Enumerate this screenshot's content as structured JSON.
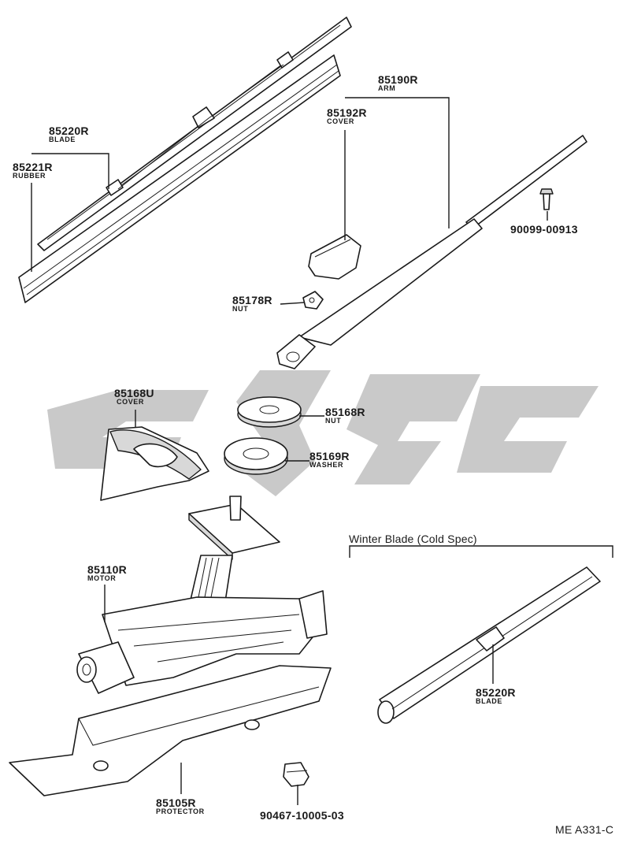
{
  "parts": [
    {
      "id": "blade",
      "number": "85220R",
      "name": "BLADE"
    },
    {
      "id": "rubber",
      "number": "85221R",
      "name": "RUBBER"
    },
    {
      "id": "arm",
      "number": "85190R",
      "name": "ARM"
    },
    {
      "id": "cover_arm",
      "number": "85192R",
      "name": "COVER"
    },
    {
      "id": "screw",
      "number": "90099-00913",
      "name": ""
    },
    {
      "id": "nut_small",
      "number": "85178R",
      "name": "NUT"
    },
    {
      "id": "cover_base",
      "number": "85168U",
      "name": "COVER"
    },
    {
      "id": "nut_pivot",
      "number": "85168R",
      "name": "NUT"
    },
    {
      "id": "washer",
      "number": "85169R",
      "name": "WASHER"
    },
    {
      "id": "motor",
      "number": "85110R",
      "name": "MOTOR"
    },
    {
      "id": "protector",
      "number": "85105R",
      "name": "PROTECTOR"
    },
    {
      "id": "clip",
      "number": "90467-10005-03",
      "name": ""
    },
    {
      "id": "winter_blade",
      "number": "85220R",
      "name": "BLADE"
    }
  ],
  "winter_section": {
    "title": "Winter Blade (Cold Spec)"
  },
  "diagram_code": "ME A331-C"
}
